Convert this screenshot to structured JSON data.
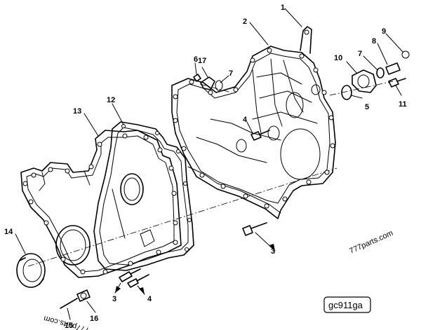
{
  "diagram": {
    "reference_code": "gc911ga",
    "watermark_main": "777parts.com",
    "watermark_corner": "777parts.com",
    "part_numbers": {
      "p1": "1",
      "p2": "2",
      "p3a": "3",
      "p3b": "3",
      "p4a": "4",
      "p4b": "4",
      "p5": "5",
      "p6": "6",
      "p7a": "7",
      "p7b": "7",
      "p8": "8",
      "p9": "9",
      "p10": "10",
      "p11": "11",
      "p12": "12",
      "p13": "13",
      "p14": "14",
      "p15": "15",
      "p16": "16",
      "p17": "17"
    }
  }
}
